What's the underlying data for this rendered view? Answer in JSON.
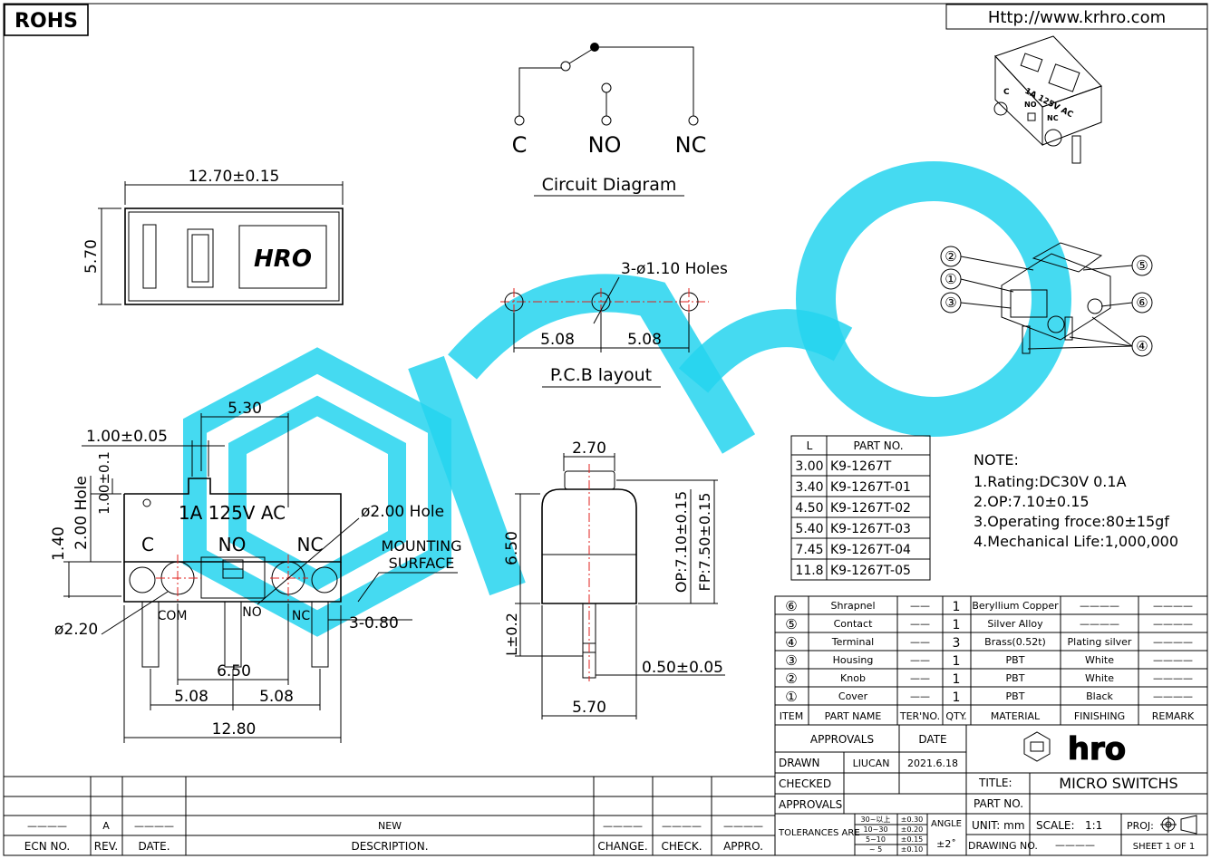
{
  "header": {
    "rohs_badge": "ROHS",
    "website": "Http://www.krhro.com"
  },
  "circuit": {
    "label_c": "C",
    "label_no": "NO",
    "label_nc": "NC",
    "caption": "Circuit Diagram"
  },
  "top_view": {
    "width_dim": "12.70±0.15",
    "height_dim": "5.70",
    "logo_text": "HRO"
  },
  "pcb": {
    "holes_label": "3-ø1.10 Holes",
    "pitch_left": "5.08",
    "pitch_right": "5.08",
    "caption": "P.C.B layout"
  },
  "front_view": {
    "dim_5_30": "5.30",
    "dim_1_00_005": "1.00±0.05",
    "dim_1_00_01": "1.00±0.1",
    "dim_2_00_hole_v": "2.00 Hole",
    "dim_1_40": "1.40",
    "rating_text": "1A 125V AC",
    "term_c": "C",
    "term_no": "NO",
    "term_nc": "NC",
    "hole_label": "ø2.00 Hole",
    "mounting_1": "MOUNTING",
    "mounting_2": "SURFACE",
    "dia_2_20": "ø2.20",
    "sub_com": "COM",
    "sub_no": "NO",
    "sub_nc": "NC",
    "dim_3_080": "3-0.80",
    "dim_6_50": "6.50",
    "dim_508_left": "5.08",
    "dim_508_right": "5.08",
    "dim_12_80": "12.80"
  },
  "side_view": {
    "dim_2_70": "2.70",
    "dim_6_50": "6.50",
    "dim_op": "OP:7.10±0.15",
    "dim_fp": "FP:7.50±0.15",
    "dim_l02": "L±0.2",
    "dim_050": "0.50±0.05",
    "dim_570": "5.70"
  },
  "part_table": {
    "headers": [
      "L",
      "PART NO."
    ],
    "rows": [
      [
        "3.00",
        "K9-1267T"
      ],
      [
        "3.40",
        "K9-1267T-01"
      ],
      [
        "4.50",
        "K9-1267T-02"
      ],
      [
        "5.40",
        "K9-1267T-03"
      ],
      [
        "7.45",
        "K9-1267T-04"
      ],
      [
        "11.8",
        "K9-1267T-05"
      ]
    ]
  },
  "notes": {
    "title": "NOTE:",
    "items": [
      "1.Rating:DC30V 0.1A",
      "2.OP:7.10±0.15",
      "3.Operating froce:80±15gf",
      "4.Mechanical Life:1,000,000"
    ]
  },
  "exploded": {
    "callouts": [
      "②",
      "①",
      "③",
      "⑤",
      "⑥",
      "④"
    ]
  },
  "iso_view": {
    "rating_text": "1A 125V AC",
    "c": "C",
    "no": "NO",
    "nc": "NC"
  },
  "bom": {
    "rows": [
      [
        "⑥",
        "Shrapnel",
        "——",
        "1",
        "Beryllium Copper",
        "————",
        "————"
      ],
      [
        "⑤",
        "Contact",
        "——",
        "1",
        "Silver Alloy",
        "————",
        "————"
      ],
      [
        "④",
        "Terminal",
        "——",
        "3",
        "Brass(0.52t)",
        "Plating silver",
        "————"
      ],
      [
        "③",
        "Housing",
        "——",
        "1",
        "PBT",
        "White",
        "————"
      ],
      [
        "②",
        "Knob",
        "——",
        "1",
        "PBT",
        "White",
        "————"
      ],
      [
        "①",
        "Cover",
        "——",
        "1",
        "PBT",
        "Black",
        "————"
      ]
    ],
    "headers": [
      "ITEM",
      "PART NAME",
      "TER'NO.",
      "QTY.",
      "MATERIAL",
      "FINISHING",
      "REMARK"
    ]
  },
  "title_block": {
    "approvals_hdr": "APPROVALS",
    "date_hdr": "DATE",
    "drawn": "DRAWN",
    "drawn_by": "LIUCAN",
    "drawn_date": "2021.6.18",
    "checked": "CHECKED",
    "approvals": "APPROVALS",
    "logo": "hro",
    "title_label": "TITLE:",
    "title_value": "MICRO SWITCHS",
    "part_no_label": "PART NO.",
    "tolerances_label": "TOLERANCES ARE",
    "tol_ranges": [
      "30~以上",
      "10~30",
      "5~10",
      "~ 5"
    ],
    "tol_values": [
      "±0.30",
      "±0.20",
      "±0.15",
      "±0.10"
    ],
    "angle_label": "ANGLE",
    "angle_value": "±2˚",
    "unit": "UNIT: mm",
    "scale_label": "SCALE:",
    "scale_value": "1:1",
    "proj_label": "PROJ:",
    "drawing_no_label": "DRAWING NO.",
    "drawing_no_value": "————",
    "sheet": "SHEET  1  OF  1"
  },
  "revision_block": {
    "rev_row": [
      "————",
      "A",
      "————",
      "NEW",
      "————",
      "————",
      "————"
    ],
    "headers": [
      "ECN NO.",
      "REV.",
      "DATE.",
      "DESCRIPTION.",
      "CHANGE.",
      "CHECK.",
      "APPRO."
    ]
  }
}
